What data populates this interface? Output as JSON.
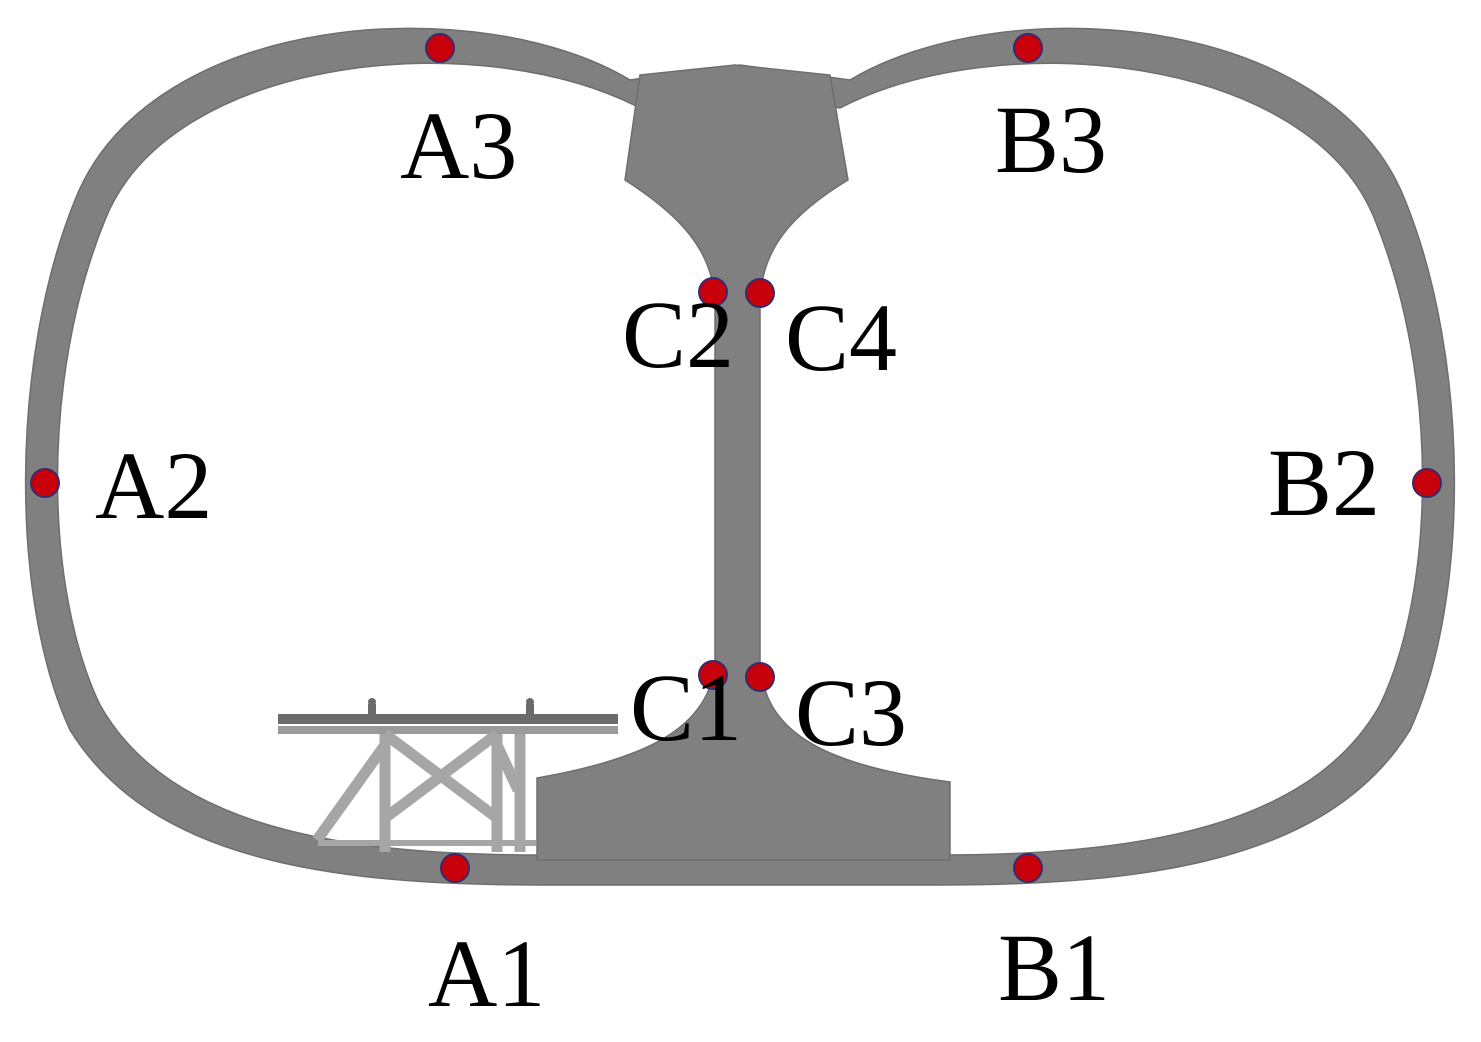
{
  "points": [
    {
      "id": "A1",
      "label": "A1"
    },
    {
      "id": "A2",
      "label": "A2"
    },
    {
      "id": "A3",
      "label": "A3"
    },
    {
      "id": "B1",
      "label": "B1"
    },
    {
      "id": "B2",
      "label": "B2"
    },
    {
      "id": "B3",
      "label": "B3"
    },
    {
      "id": "C1",
      "label": "C1"
    },
    {
      "id": "C2",
      "label": "C2"
    },
    {
      "id": "C3",
      "label": "C3"
    },
    {
      "id": "C4",
      "label": "C4"
    }
  ],
  "colors": {
    "lining": "#808080",
    "point": "#c8000c",
    "frame": "#a6a6a6"
  }
}
